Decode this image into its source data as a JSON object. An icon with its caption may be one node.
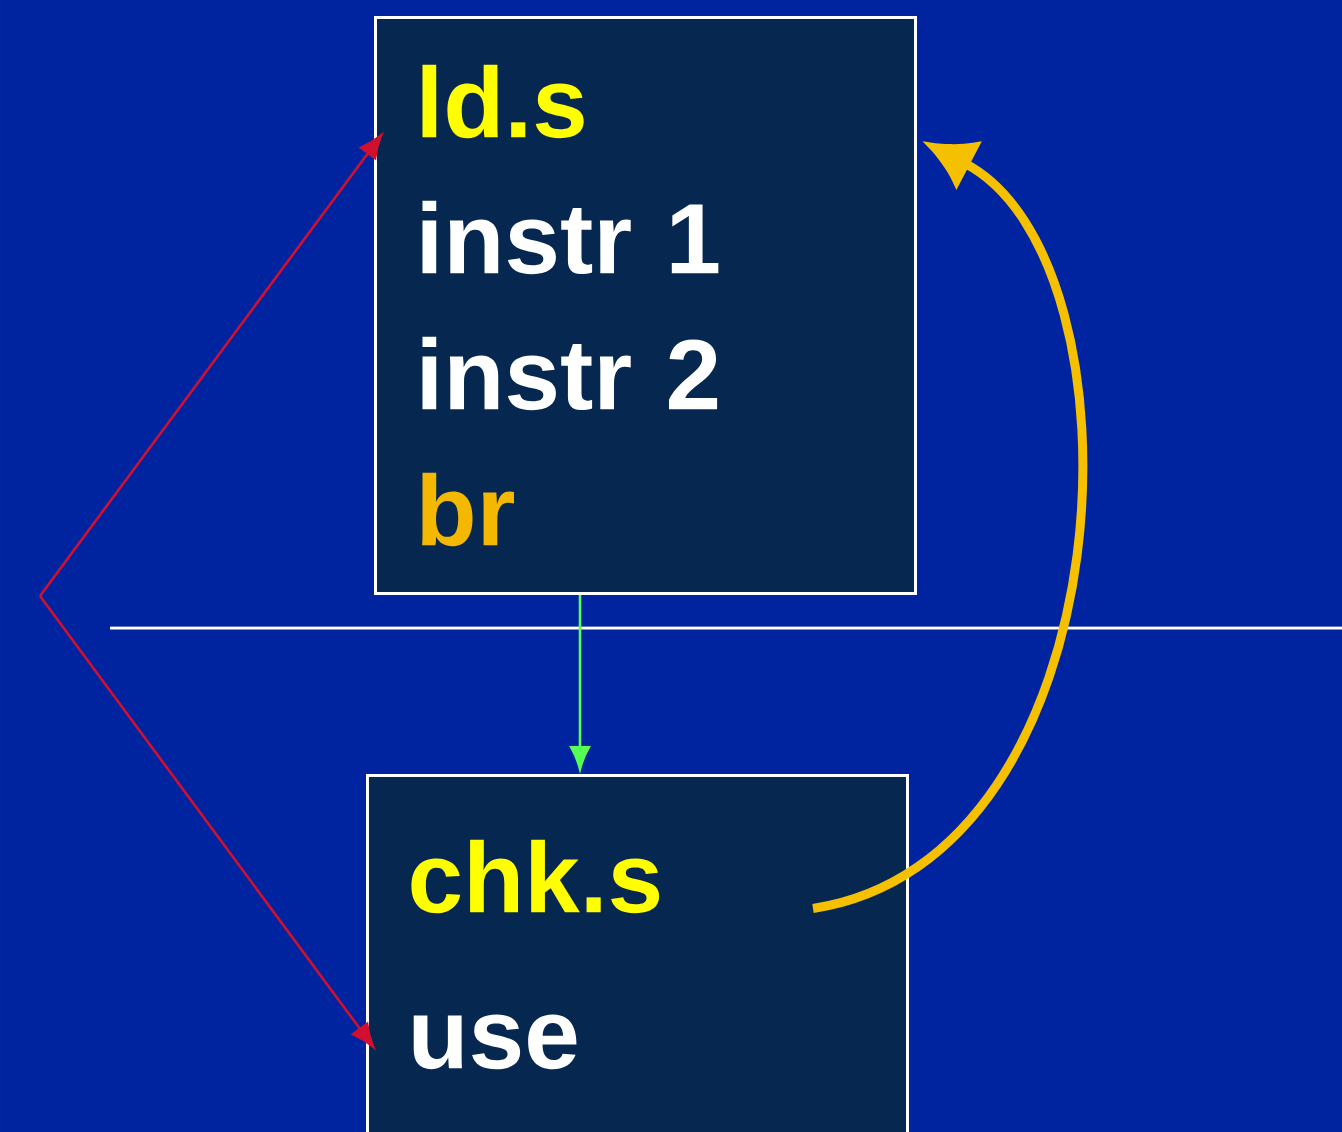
{
  "diagram": {
    "nodes": [
      {
        "text": [
          "ld.s",
          "instr 1",
          "instr 2",
          "br"
        ]
      },
      {
        "text": [
          "chk.s",
          "use"
        ]
      }
    ],
    "edges": [
      {
        "from": null,
        "to": 0,
        "arrow": "to"
      },
      {
        "from": null,
        "to": 1,
        "arrow": "to"
      },
      {
        "from": 0,
        "to": 1,
        "arrow": "to",
        "color": "#55ff55"
      },
      {
        "from": 1,
        "to": 0,
        "arrow": "to",
        "style": "thick",
        "color": "#f5c000"
      }
    ]
  }
}
